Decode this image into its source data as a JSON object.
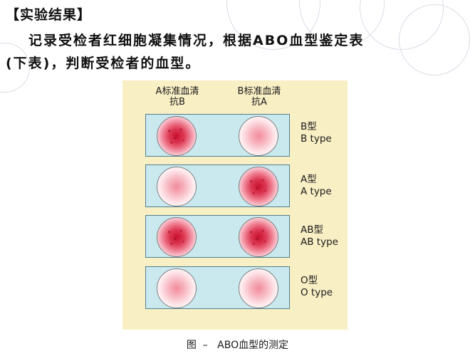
{
  "slide": {
    "heading": "【实验结果】",
    "line1": "记录受检者红细胞凝集情况，根据ABO血型鉴定表",
    "line2": "(下表)，判断受检者的血型。"
  },
  "figure": {
    "columns": [
      {
        "line1": "A标准血清",
        "line2": "抗B"
      },
      {
        "line1": "B标准血清",
        "line2": "抗A"
      }
    ],
    "rows": [
      {
        "type_cn": "B型",
        "type_en": "B type",
        "anti_b_agglutination": true,
        "anti_a_agglutination": false
      },
      {
        "type_cn": "A型",
        "type_en": "A type",
        "anti_b_agglutination": false,
        "anti_a_agglutination": true
      },
      {
        "type_cn": "AB型",
        "type_en": "AB type",
        "anti_b_agglutination": true,
        "anti_a_agglutination": true
      },
      {
        "type_cn": "O型",
        "type_en": "O type",
        "anti_b_agglutination": false,
        "anti_a_agglutination": false
      }
    ],
    "caption": "图  –   ABO血型的测定"
  },
  "colors": {
    "panel_background": "#f9efc5",
    "slide_glass": "#c9e9ef",
    "agglutinated_center": "#c8102e",
    "non_agglutinated_center": "#f28c9b"
  }
}
